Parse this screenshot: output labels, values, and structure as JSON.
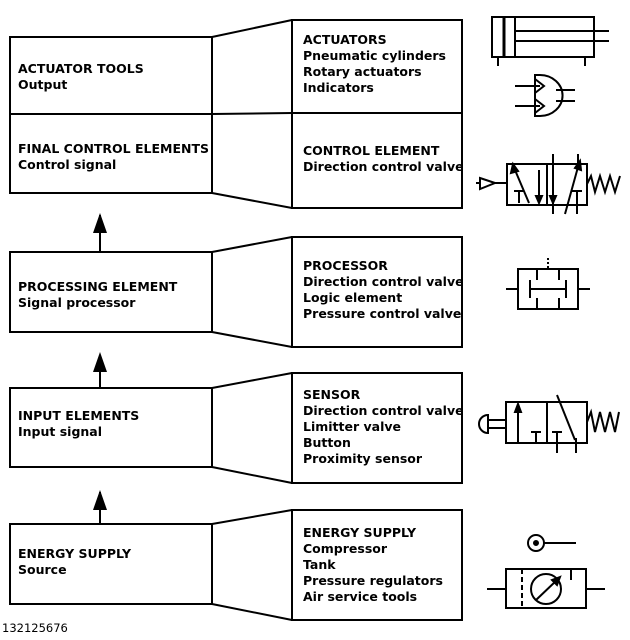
{
  "left_stages": [
    {
      "title": "ACTUATOR TOOLS",
      "subtitle": "Output"
    },
    {
      "title": "FINAL CONTROL ELEMENTS",
      "subtitle": "Control signal"
    },
    {
      "title": "PROCESSING ELEMENT",
      "subtitle": "Signal processor"
    },
    {
      "title": "INPUT ELEMENTS",
      "subtitle": "Input signal"
    },
    {
      "title": "ENERGY SUPPLY",
      "subtitle": "Source"
    }
  ],
  "right_boxes": [
    {
      "title": "ACTUATORS",
      "items": [
        "Pneumatic cylinders",
        "Rotary actuators",
        "Indicators"
      ],
      "symbols": [
        "pneumatic-cylinder-symbol",
        "and-logic-symbol"
      ]
    },
    {
      "title": "CONTROL ELEMENT",
      "items": [
        "Direction control valve"
      ],
      "symbols": [
        "pilot-operated-valve-symbol"
      ]
    },
    {
      "title": "PROCESSOR",
      "items": [
        "Direction control valve",
        "Logic element",
        "Pressure control valve"
      ],
      "symbols": [
        "pressure-valve-symbol"
      ]
    },
    {
      "title": "SENSOR",
      "items": [
        "Direction control valve",
        "Limitter valve",
        "Button",
        "Proximity sensor"
      ],
      "symbols": [
        "push-button-valve-symbol"
      ]
    },
    {
      "title": "ENERGY SUPPLY",
      "items": [
        "Compressor",
        "Tank",
        "Pressure regulators",
        "Air service tools"
      ],
      "symbols": [
        "pressure-source-symbol",
        "pressure-regulator-symbol"
      ]
    }
  ],
  "image_code": "132125676"
}
